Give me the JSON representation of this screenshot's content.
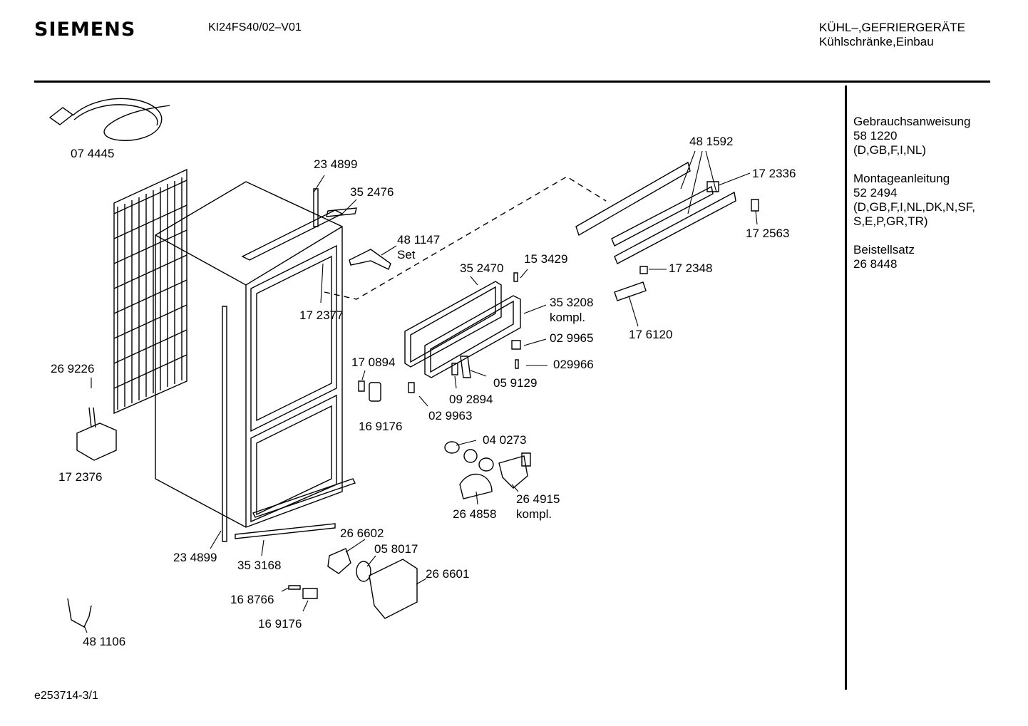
{
  "header": {
    "brand": "SIEMENS",
    "model": "KI24FS40/02–V01",
    "category_line1": "KÜHL–,GEFRIERGERÄTE",
    "category_line2": "Kühlschränke,Einbau"
  },
  "sidebar": {
    "blocks": [
      {
        "l1": "Gebrauchsanweisung",
        "l2": "58 1220",
        "l3": "(D,GB,F,I,NL)",
        "l4": ""
      },
      {
        "l1": "Montageanleitung",
        "l2": "52 2494",
        "l3": "(D,GB,F,I,NL,DK,N,SF,",
        "l4": "S,E,P,GR,TR)"
      },
      {
        "l1": "Beistellsatz",
        "l2": "26 8448",
        "l3": "",
        "l4": ""
      }
    ]
  },
  "parts": [
    {
      "id": "p01",
      "text": "07 4445"
    },
    {
      "id": "p02",
      "text": "23 4899"
    },
    {
      "id": "p03",
      "text": "35 2476"
    },
    {
      "id": "p04",
      "text": "48 1147"
    },
    {
      "id": "p05",
      "text": "Set"
    },
    {
      "id": "p06",
      "text": "17 2377"
    },
    {
      "id": "p07",
      "text": "35 2470"
    },
    {
      "id": "p08",
      "text": "15 3429"
    },
    {
      "id": "p09",
      "text": "35 3208"
    },
    {
      "id": "p10",
      "text": "kompl."
    },
    {
      "id": "p11",
      "text": "02 9965"
    },
    {
      "id": "p12",
      "text": "029966"
    },
    {
      "id": "p13",
      "text": "17 0894"
    },
    {
      "id": "p14",
      "text": "05 9129"
    },
    {
      "id": "p15",
      "text": "09 2894"
    },
    {
      "id": "p16",
      "text": "02 9963"
    },
    {
      "id": "p17",
      "text": "16 9176"
    },
    {
      "id": "p18",
      "text": "26 9226"
    },
    {
      "id": "p19",
      "text": "17 2376"
    },
    {
      "id": "p20",
      "text": "04 0273"
    },
    {
      "id": "p21",
      "text": "26 4915"
    },
    {
      "id": "p22",
      "text": "kompl."
    },
    {
      "id": "p23",
      "text": "26 4858"
    },
    {
      "id": "p24",
      "text": "23 4899"
    },
    {
      "id": "p25",
      "text": "35 3168"
    },
    {
      "id": "p26",
      "text": "26 6602"
    },
    {
      "id": "p27",
      "text": "05 8017"
    },
    {
      "id": "p28",
      "text": "26 6601"
    },
    {
      "id": "p29",
      "text": "16 8766"
    },
    {
      "id": "p30",
      "text": "16 9176"
    },
    {
      "id": "p31",
      "text": "48 1106"
    },
    {
      "id": "p32",
      "text": "48 1592"
    },
    {
      "id": "p33",
      "text": "17 2336"
    },
    {
      "id": "p34",
      "text": "17 2563"
    },
    {
      "id": "p35",
      "text": "17 2348"
    },
    {
      "id": "p36",
      "text": "17 6120"
    }
  ],
  "footer": {
    "ref": "e253714-3/1"
  }
}
